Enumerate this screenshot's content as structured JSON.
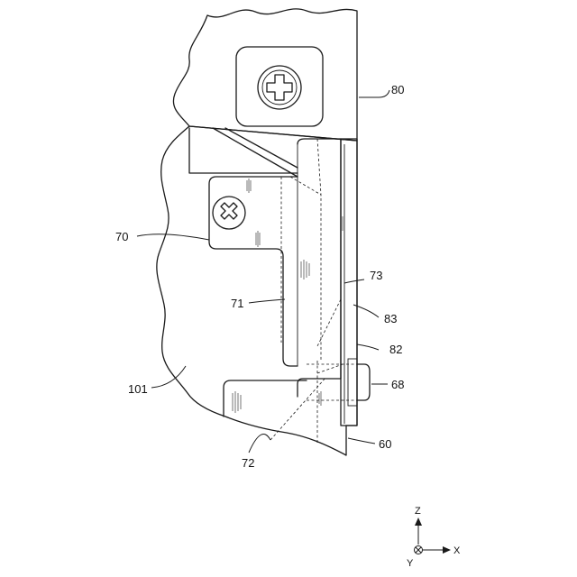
{
  "figure": {
    "labels": {
      "ref_80": "80",
      "ref_70": "70",
      "ref_73": "73",
      "ref_71": "71",
      "ref_83": "83",
      "ref_82": "82",
      "ref_101": "101",
      "ref_68": "68",
      "ref_60": "60",
      "ref_72": "72"
    },
    "axes": {
      "z": "Z",
      "x": "X",
      "y": "Y"
    }
  }
}
